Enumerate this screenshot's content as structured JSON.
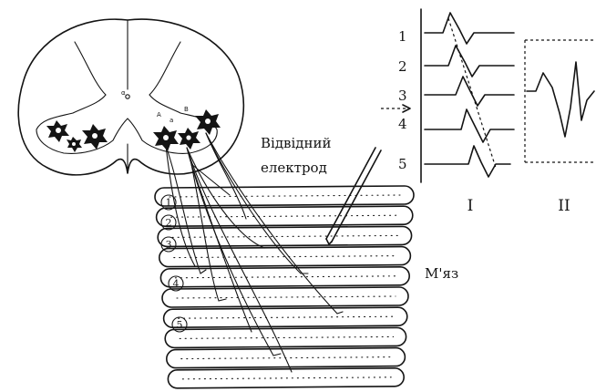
{
  "labels": {
    "electrode": [
      "Відвідний",
      "електрод"
    ],
    "muscle": "М'яз",
    "panel_1": "I",
    "panel_2": "II",
    "trace_numbers": [
      "1",
      "2",
      "3",
      "4",
      "5"
    ],
    "motor_units": [
      "1",
      "2",
      "3",
      "4",
      "5"
    ],
    "cord_small": [
      "α",
      "A",
      "a",
      "B"
    ]
  },
  "colors": {
    "ink": "#141414",
    "background": "#ffffff"
  }
}
